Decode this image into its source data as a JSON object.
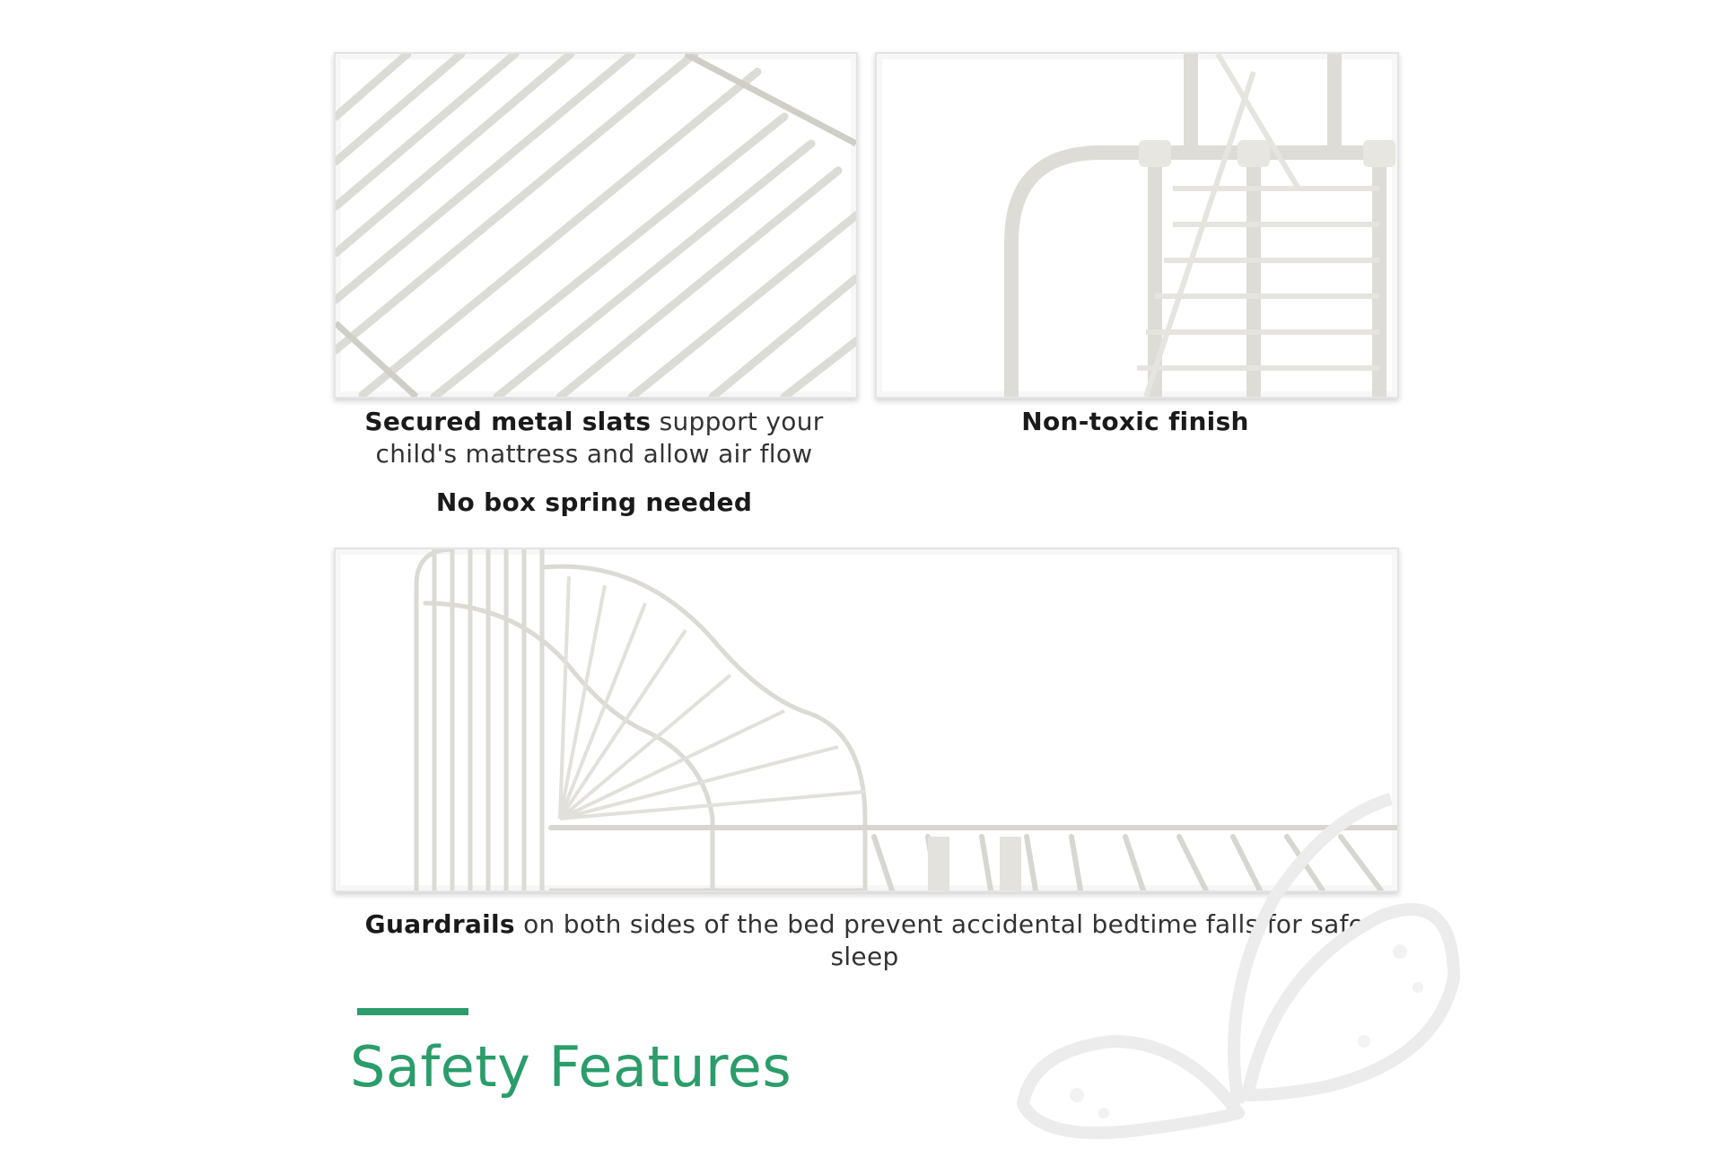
{
  "captions": {
    "slats_bold": "Secured metal slats",
    "slats_rest": " support your child's mattress and allow air flow",
    "no_box_spring": "No box spring needed",
    "finish": "Non-toxic finish",
    "guardrails_bold": "Guardrails",
    "guardrails_rest": " on both sides of the bed prevent accidental bedtime falls for safe sleep"
  },
  "section": {
    "title": "Safety Features"
  },
  "colors": {
    "accent": "#2a9d6a",
    "frame": "#d9d9d4",
    "background": "#ffffff"
  },
  "icons": [
    "butterfly-watermark"
  ]
}
